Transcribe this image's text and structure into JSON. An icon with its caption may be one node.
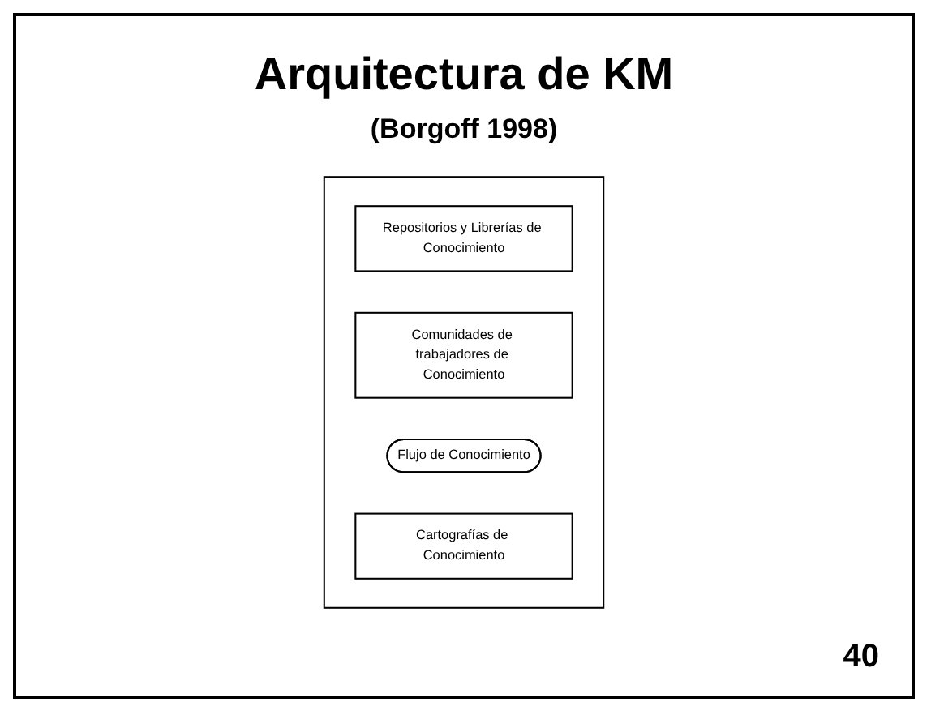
{
  "diagram": {
    "title": "Arquitectura de KM",
    "nodes": [
      {
        "text": [],
        "shape": "box"
      },
      {
        "text": [
          "Repositorios y Librerías de Conocimiento"
        ],
        "in": 0
      },
      {
        "text": [
          "Comunidades de trabajadores de Conocimiento"
        ],
        "in": 0
      },
      {
        "text": [
          "Flujo de Conocimiento"
        ],
        "in": 0
      },
      {
        "text": [
          "Cartografías de Conocimiento"
        ],
        "in": 0
      }
    ],
    "edges": [],
    "labels": [
      "(Borgoff 1998)",
      "40"
    ]
  }
}
